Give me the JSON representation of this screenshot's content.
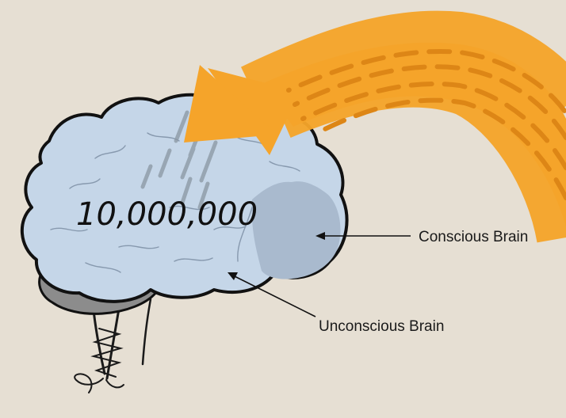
{
  "diagram": {
    "center_value": "10,000,000",
    "labels": {
      "conscious": "Conscious Brain",
      "unconscious": "Unconscious Brain"
    }
  },
  "colors": {
    "background": "#e6dfd3",
    "brain_fill": "#c5d6e8",
    "conscious_region": "#a9bace",
    "cerebellum": "#8c8c8c",
    "arrow": "#f5a42a",
    "arrow_stripes": "#dd8616",
    "outline": "#111111"
  },
  "icons": {
    "arrow": "curved-arrow-icon",
    "brain": "brain-icon"
  }
}
